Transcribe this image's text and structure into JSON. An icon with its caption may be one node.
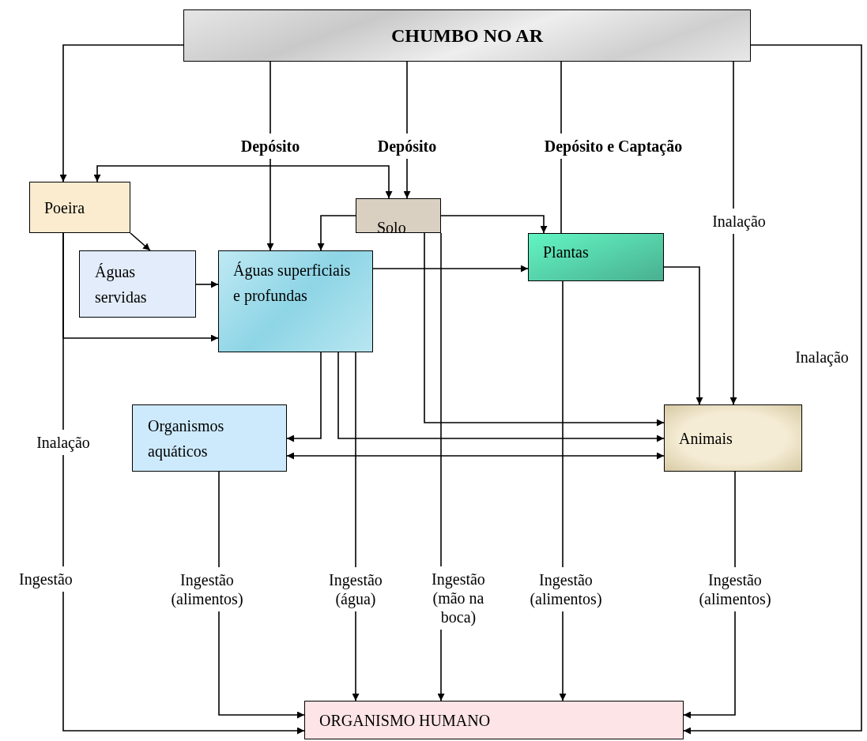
{
  "diagram": {
    "nodes": [
      {
        "text": [
          "CHUMBO NO AR"
        ]
      },
      {
        "text": [
          "Poeira"
        ]
      },
      {
        "text": [
          "Solo"
        ]
      },
      {
        "text": [
          "Águas servidas"
        ]
      },
      {
        "text": [
          "Águas superficiais e profundas"
        ]
      },
      {
        "text": [
          "Plantas"
        ]
      },
      {
        "text": [
          "Organismos aquáticos"
        ]
      },
      {
        "text": [
          "Animais"
        ]
      },
      {
        "text": [
          "ORGANISMO HUMANO"
        ]
      }
    ],
    "edges": [
      {
        "from": 0,
        "to": 1,
        "arrow": "to"
      },
      {
        "from": 0,
        "to": 4,
        "arrow": "to",
        "label": "Depósito"
      },
      {
        "from": 0,
        "to": 2,
        "arrow": "to",
        "label": "Depósito"
      },
      {
        "from": 0,
        "to": 5,
        "arrow": "none",
        "label": "Depósito e Captação"
      },
      {
        "from": 0,
        "to": 7,
        "arrow": "to",
        "label": "Inalação"
      },
      {
        "from": 0,
        "to": 8,
        "arrow": "to",
        "label": "Inalação"
      },
      {
        "from": 1,
        "to": 2,
        "arrow": "both"
      },
      {
        "from": 1,
        "to": 3,
        "arrow": "to"
      },
      {
        "from": 3,
        "to": 4,
        "arrow": "to"
      },
      {
        "from": 1,
        "to": 4,
        "arrow": "to"
      },
      {
        "from": 1,
        "to": 8,
        "arrow": "to",
        "label": "Ingestão"
      },
      {
        "from": 2,
        "to": 4,
        "arrow": "to"
      },
      {
        "from": 2,
        "to": 5,
        "arrow": "to"
      },
      {
        "from": 2,
        "to": 7,
        "arrow": "to"
      },
      {
        "from": 2,
        "to": 8,
        "arrow": "to",
        "label": "Ingestão (mão na boca)"
      },
      {
        "from": 4,
        "to": 5,
        "arrow": "to"
      },
      {
        "from": 4,
        "to": 6,
        "arrow": "to"
      },
      {
        "from": 4,
        "to": 7,
        "arrow": "to"
      },
      {
        "from": 4,
        "to": 8,
        "arrow": "to",
        "label": "Ingestão (água)"
      },
      {
        "from": 6,
        "to": 7,
        "arrow": "both"
      },
      {
        "from": 5,
        "to": 7,
        "arrow": "to"
      },
      {
        "from": 5,
        "to": 8,
        "arrow": "to",
        "label": "Ingestão (alimentos)"
      },
      {
        "from": 6,
        "to": 8,
        "arrow": "to",
        "label": "Ingestão (alimentos)"
      },
      {
        "from": 7,
        "to": 8,
        "arrow": "to",
        "label": "Ingestão (alimentos)"
      }
    ],
    "labels": [
      "Inalação"
    ]
  }
}
